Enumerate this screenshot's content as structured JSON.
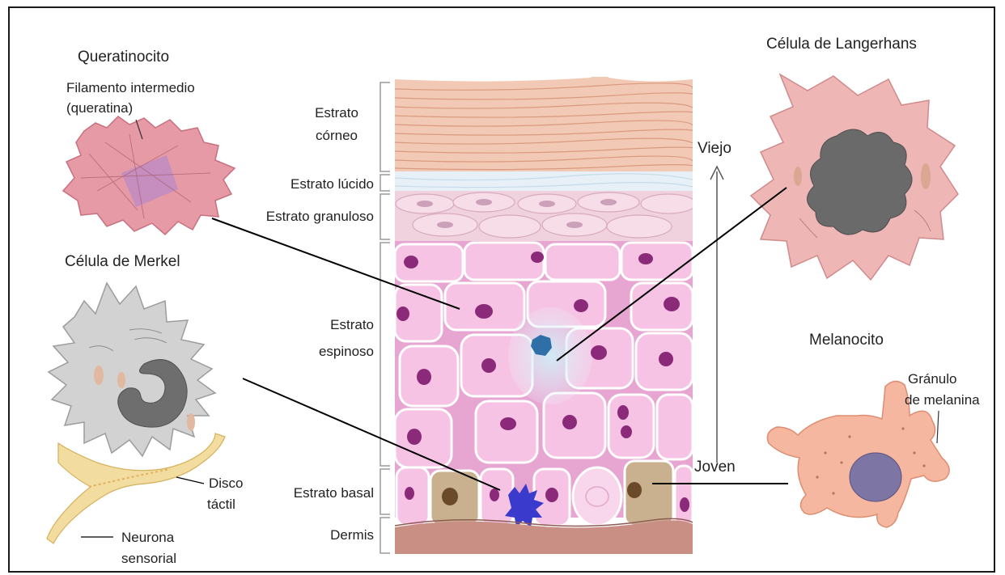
{
  "titles": {
    "queratinocito": "Queratinocito",
    "langerhans": "Célula de Langerhans",
    "merkel": "Célula de Merkel",
    "melanocito": "Melanocito"
  },
  "labels": {
    "filamento_1": "Filamento intermedio",
    "filamento_2": "(queratina)",
    "disco_1": "Disco",
    "disco_2": "táctil",
    "neurona_1": "Neurona",
    "neurona_2": "sensorial",
    "granulo_1": "Gránulo",
    "granulo_2": "de melanina"
  },
  "layers": {
    "corneo_1": "Estrato",
    "corneo_2": "córneo",
    "lucido": "Estrato lúcido",
    "granuloso": "Estrato granuloso",
    "espinoso_1": "Estrato",
    "espinoso_2": "espinoso",
    "basal": "Estrato basal",
    "dermis": "Dermis"
  },
  "arrow": {
    "top": "Viejo",
    "bottom": "Joven"
  },
  "colors": {
    "corneo": "#f2c9b4",
    "corneo_line": "#d99a80",
    "lucido": "#e6f0f6",
    "granuloso": "#efd2de",
    "spinous_cell": "#f3bde0",
    "spinous_bg": "#e7a6d2",
    "nucleus": "#8c2a7a",
    "langerhans_blue": "#2e6fa8",
    "melanocyte_cell": "#c9b08e",
    "dermis": "#c98e84",
    "keratinocyte": "#e59aa6",
    "merkel_gray": "#c9c9c9",
    "nerve_yellow": "#f3dca0",
    "langerhans_pink": "#efb6b6",
    "melanocito_peach": "#f5b7a0"
  }
}
